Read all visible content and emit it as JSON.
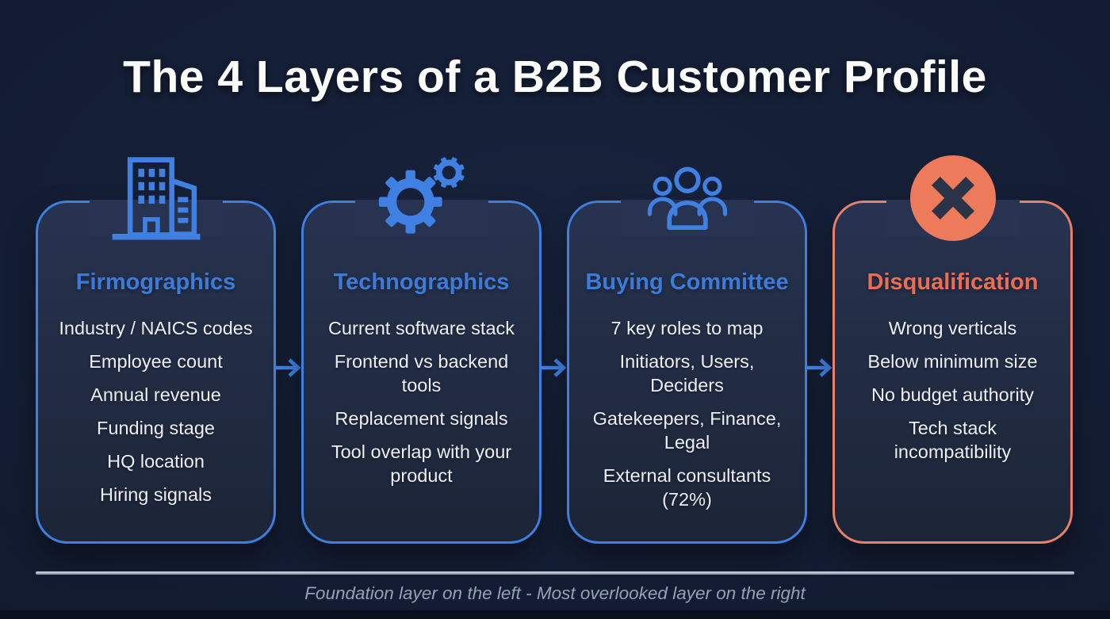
{
  "title": "The 4 Layers of a B2B Customer Profile",
  "footer": {
    "note": "Foundation layer on the left - Most overlooked layer on the right"
  },
  "colors": {
    "background": "#121b30",
    "card_background": "#222c44",
    "blue_accent": "#3f7fdf",
    "blue_heading": "#3c7cd8",
    "orange_accent": "#e8806a",
    "orange_heading": "#ea6f52",
    "orange_circle": "#ee7a5c",
    "x_mark": "#2a3347",
    "body_text": "#eceff4",
    "footer_text": "#96a1b6"
  },
  "cards": [
    {
      "icon": "building-icon",
      "accent": "blue",
      "title": "Firmographics",
      "items": [
        "Industry / NAICS codes",
        "Employee count",
        "Annual revenue",
        "Funding stage",
        "HQ location",
        "Hiring signals"
      ]
    },
    {
      "icon": "gears-icon",
      "accent": "blue",
      "title": "Technographics",
      "items": [
        "Current software stack",
        "Frontend vs backend tools",
        "Replacement signals",
        "Tool overlap with your product"
      ]
    },
    {
      "icon": "people-group-icon",
      "accent": "blue",
      "title": "Buying Committee",
      "items": [
        "7 key roles to map",
        "Initiators, Users, Deciders",
        "Gatekeepers, Finance, Legal",
        "External consultants (72%)"
      ]
    },
    {
      "icon": "x-circle-icon",
      "accent": "orange",
      "title": "Disqualification",
      "items": [
        "Wrong verticals",
        "Below minimum size",
        "No budget authority",
        "Tech stack incompatibility"
      ]
    }
  ]
}
